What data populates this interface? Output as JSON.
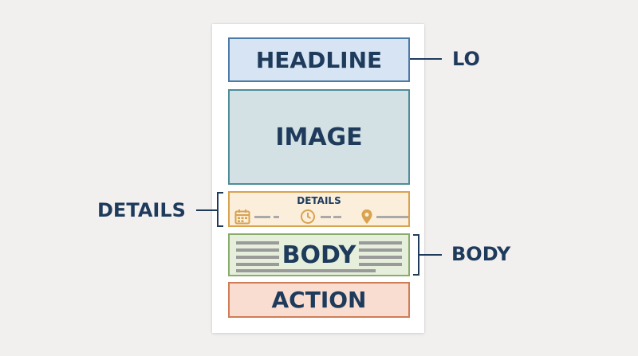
{
  "card": {
    "headline": "HEADLINE",
    "image": "IMAGE",
    "details_title": "DETAILS",
    "body": "BODY",
    "action": "ACTION"
  },
  "labels": {
    "right_top": "LO",
    "left": "DETAILS",
    "right_bottom": "BODY"
  },
  "icons": [
    "calendar-icon",
    "clock-icon",
    "location-pin-icon"
  ],
  "colors": {
    "text": "#1f3b5c",
    "headline_fill": "#d6e4f3",
    "image_fill": "#d3e1e4",
    "details_fill": "#fbeedb",
    "body_fill": "#e6efdb",
    "action_fill": "#f8ddd0",
    "icon_accent": "#d9a24f"
  }
}
